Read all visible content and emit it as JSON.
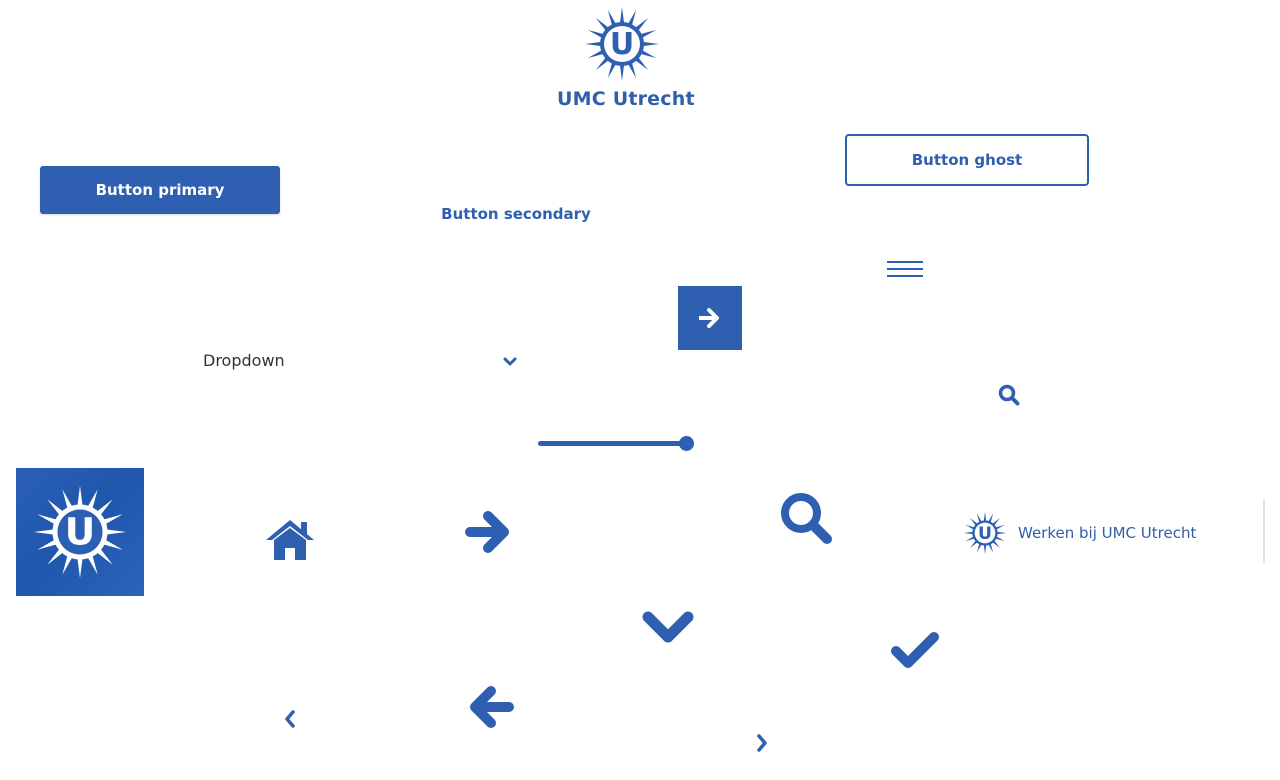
{
  "colors": {
    "brand_blue": "#2f5fb0",
    "white": "#ffffff"
  },
  "logo_top": {
    "wordmark": "UMC Utrecht",
    "letter": "U"
  },
  "buttons": {
    "primary_label": "Button primary",
    "secondary_label": "Button secondary",
    "ghost_label": "Button ghost"
  },
  "dropdown": {
    "selected_label": "Dropdown"
  },
  "slider": {
    "value_fraction": 1.0
  },
  "logo_tile": {
    "letter": "U"
  },
  "werken_logo": {
    "text": "Werken bij UMC Utrecht",
    "letter": "U"
  },
  "icons": [
    "menu-icon",
    "arrow-right-icon",
    "chevron-down-icon",
    "search-icon",
    "home-icon",
    "check-icon",
    "arrow-left-icon",
    "chevron-left-icon",
    "chevron-right-icon"
  ]
}
